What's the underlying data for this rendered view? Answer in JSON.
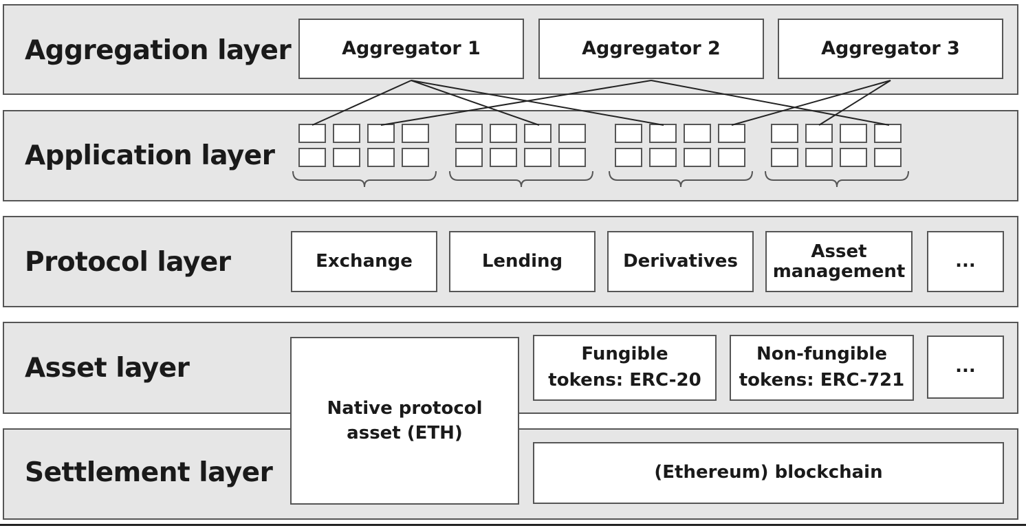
{
  "layers": {
    "aggregation": {
      "label": "Aggregation layer",
      "aggregators": [
        "Aggregator 1",
        "Aggregator 2",
        "Aggregator 3"
      ]
    },
    "application": {
      "label": "Application layer",
      "groups": 4,
      "apps_per_group": 8
    },
    "protocol": {
      "label": "Protocol layer",
      "items": [
        "Exchange",
        "Lending",
        "Derivatives",
        "Asset management",
        "..."
      ]
    },
    "asset": {
      "label": "Asset layer",
      "items": [
        "Fungible tokens: ERC-20",
        "Non-fungible tokens: ERC-721",
        "..."
      ]
    },
    "settlement": {
      "label": "Settlement layer",
      "blockchain": "(Ethereum) blockchain"
    },
    "native_asset": "Native protocol asset (ETH)"
  },
  "colors": {
    "band_fill": "#e6e6e6",
    "box_fill": "#ffffff",
    "stroke": "#555555"
  }
}
